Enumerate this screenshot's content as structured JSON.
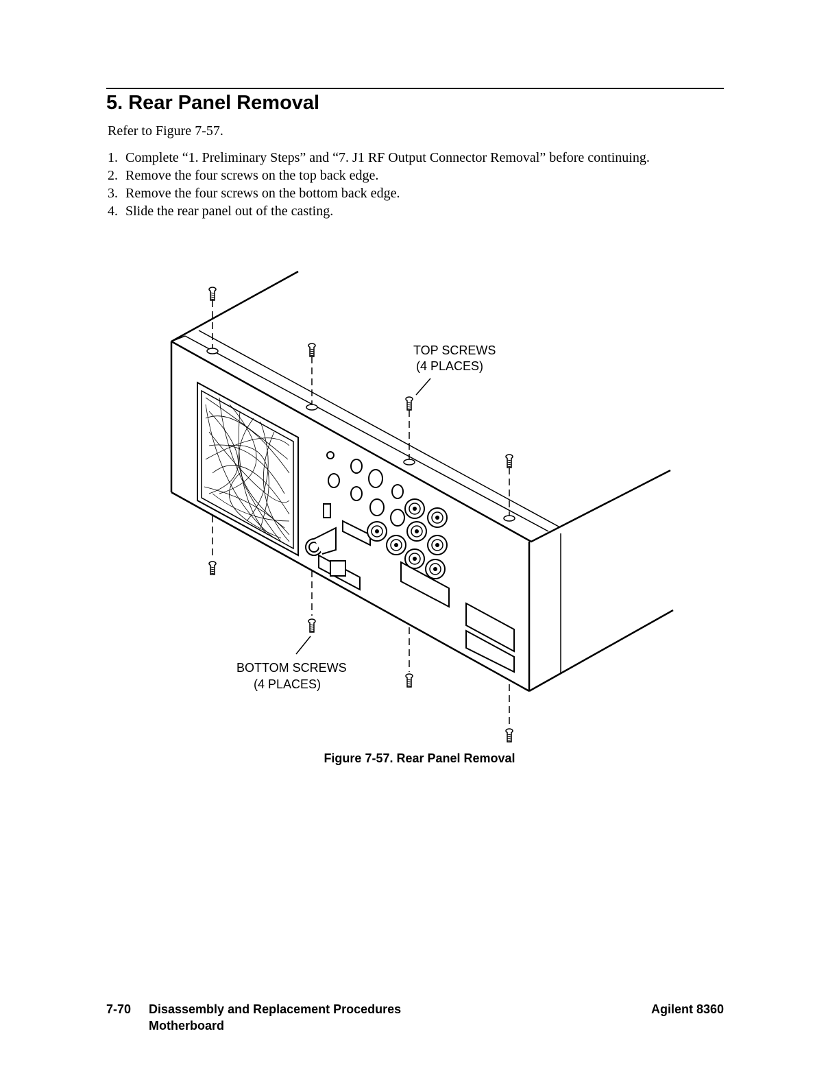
{
  "heading": "5. Rear Panel Removal",
  "intro": "Refer to Figure 7-57.",
  "steps": [
    {
      "num": "1.",
      "text": "Complete “1. Preliminary Steps” and “7. J1 RF Output Connector Removal” before continuing."
    },
    {
      "num": "2.",
      "text": "Remove the four screws on the top back edge."
    },
    {
      "num": "3.",
      "text": "Remove the four screws on the bottom back edge."
    },
    {
      "num": "4.",
      "text": "Slide the rear panel out of the casting."
    }
  ],
  "figure": {
    "top_label_1": "TOP SCREWS",
    "top_label_2": "(4 PLACES)",
    "bottom_label_1": "BOTTOM SCREWS",
    "bottom_label_2": "(4 PLACES)",
    "caption": "Figure 7-57. Rear Panel Removal"
  },
  "footer": {
    "page_number": "7-70",
    "section": "Disassembly and Replacement Procedures",
    "subsection": "Motherboard",
    "product": "Agilent 8360"
  }
}
